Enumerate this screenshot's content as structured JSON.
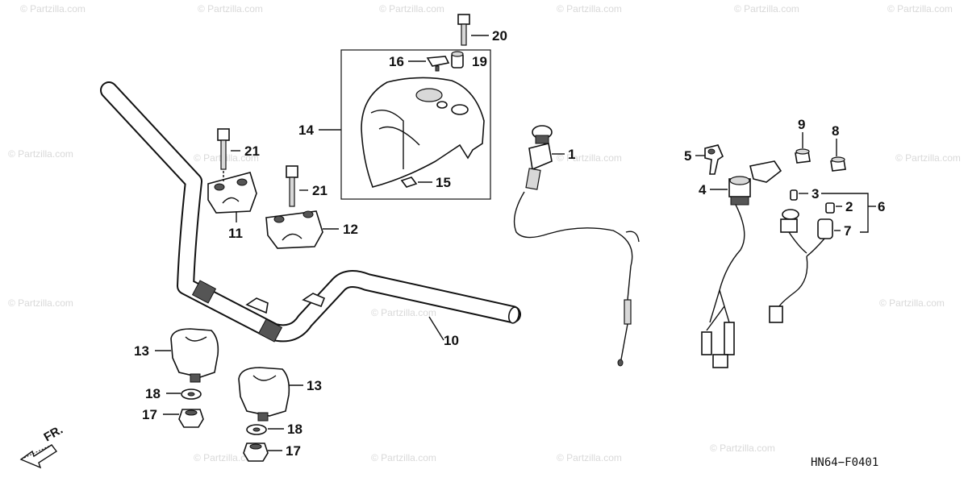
{
  "diagram": {
    "code": "HN64−F0401",
    "front_indicator": "FR.",
    "watermark": "© Partzilla.com",
    "callouts": {
      "c1": "1",
      "c2": "2",
      "c3": "3",
      "c4": "4",
      "c5": "5",
      "c6": "6",
      "c7": "7",
      "c8": "8",
      "c9": "9",
      "c10": "10",
      "c11": "11",
      "c12": "12",
      "c13a": "13",
      "c13b": "13",
      "c14": "14",
      "c15": "15",
      "c16": "16",
      "c17a": "17",
      "c17b": "17",
      "c18a": "18",
      "c18b": "18",
      "c19": "19",
      "c20": "20",
      "c21a": "21",
      "c21b": "21"
    }
  }
}
